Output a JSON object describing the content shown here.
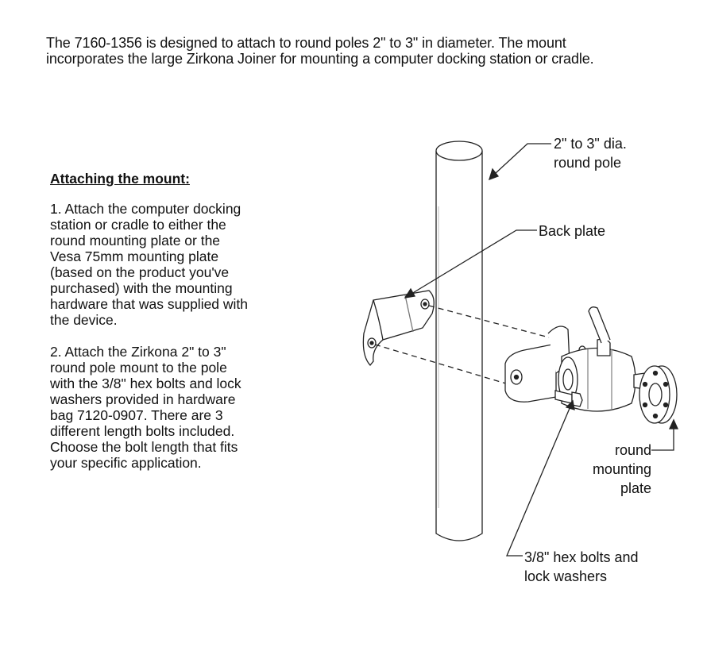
{
  "intro": {
    "line1": "The 7160-1356 is designed to attach to round poles 2\" to 3\" in diameter.  The mount",
    "line2": "incorporates the large Zirkona Joiner for mounting a computer docking station or cradle."
  },
  "instructions": {
    "heading": "Attaching the mount:",
    "step1": [
      "1.  Attach the computer docking",
      "station or cradle to either the",
      "round mounting plate or the",
      "Vesa 75mm mounting plate",
      "(based on the product you've",
      "purchased) with the mounting",
      "hardware that was supplied with",
      "the device."
    ],
    "step2": [
      "2.  Attach the Zirkona 2\" to 3\"",
      "round pole mount to the pole",
      "with the 3/8\" hex bolts and lock",
      "washers provided in hardware",
      "bag 7120-0907.  There are 3",
      "different length bolts included.",
      "Choose the bolt length that fits",
      "your specific application."
    ]
  },
  "callouts": {
    "pole": [
      "2\" to 3\" dia.",
      "round pole"
    ],
    "back_plate": "Back plate",
    "round_plate": [
      "round",
      "mounting",
      "plate"
    ],
    "bolts": [
      "3/8\" hex bolts and",
      "lock washers"
    ]
  }
}
